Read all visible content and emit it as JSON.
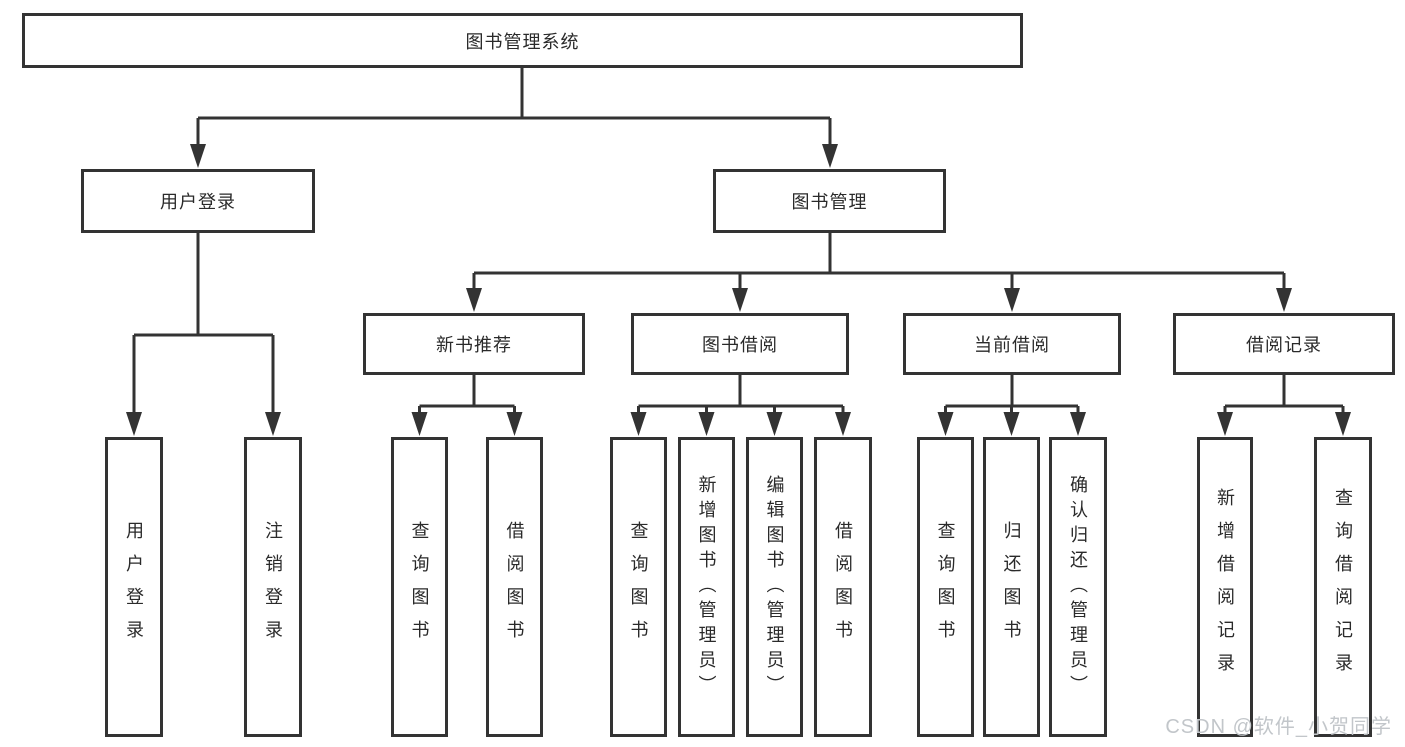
{
  "tree": {
    "root": {
      "label": "图书管理系统"
    },
    "branches": [
      {
        "label": "用户登录",
        "children": [
          "用户登录",
          "注销登录"
        ]
      },
      {
        "label": "图书管理",
        "sections": [
          {
            "label": "新书推荐",
            "children": [
              "查询图书",
              "借阅图书"
            ]
          },
          {
            "label": "图书借阅",
            "children": [
              "查询图书",
              "新增图书（管理员）",
              "编辑图书（管理员）",
              "借阅图书"
            ]
          },
          {
            "label": "当前借阅",
            "children": [
              "查询图书",
              "归还图书",
              "确认归还（管理员）"
            ]
          },
          {
            "label": "借阅记录",
            "children": [
              "新增借阅记录",
              "查询借阅记录"
            ]
          }
        ]
      }
    ]
  },
  "watermark": {
    "text": "CSDN @软件_小贺同学"
  },
  "colors": {
    "line": "#333333",
    "text": "#2a2a2a",
    "watermark": "#c2c6ca",
    "background": "#ffffff"
  }
}
